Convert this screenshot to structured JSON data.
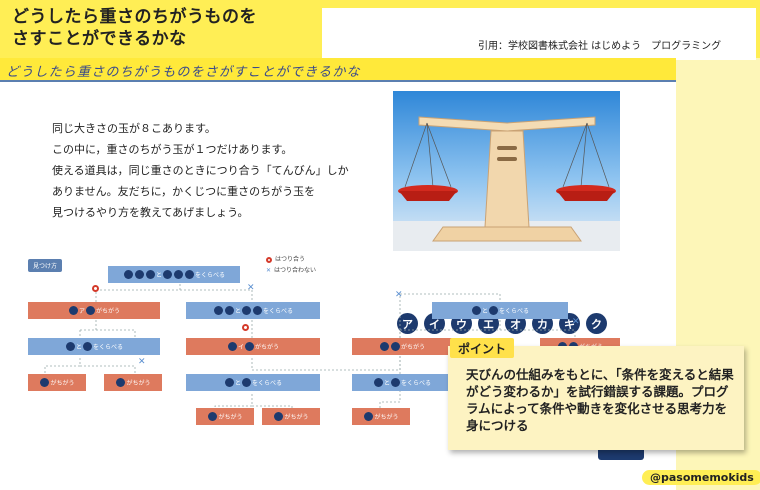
{
  "header": {
    "title_line1": "どうしたら重さのちがうものを",
    "title_line2": "さすことができるかな",
    "citation": "引用：学校図書株式会社 はじめよう　プログラミング"
  },
  "document": {
    "banner": "どうしたら重さのちがうものをさがすことができるかな",
    "paragraph": [
      "同じ大きさの玉が８こあります。",
      "この中に，重さのちがう玉が１つだけあります。",
      "使える道具は，同じ重さのときにつり合う「てんびん」しか",
      "ありません。友だちに，かくじつに重さのちがう玉を",
      "見つけるやり方を教えてあげましょう。"
    ],
    "katakana": [
      "ア",
      "イ",
      "ウ",
      "エ",
      "オ",
      "カ",
      "キ",
      "ク"
    ],
    "flow": {
      "tag": "見つけ方",
      "legend_balanced": "はつり合う",
      "legend_unbalanced": "はつり合わない",
      "compare_suffix": "をくらべる",
      "differs_suffix": "がちがう",
      "and": "と",
      "letters": {
        "a": "ア",
        "i": "イ",
        "u": "ウ",
        "e": "エ",
        "o": "オ",
        "ka": "カ",
        "ki": "キ",
        "ku": "ク"
      }
    }
  },
  "point": {
    "label": "ポイント",
    "text": "天びんの仕組みをもとに、「条件を変えると結果がどう変わるか」を試行錯誤する課題。プログラムによって条件や動きを変化させる思考力を身につける"
  },
  "footer": {
    "handle": "@pasomemokids"
  },
  "colors": {
    "yellow": "#ffee55",
    "navy": "#1d3a6e",
    "blue_box": "#7fa7d8",
    "orange_box": "#de7a5e"
  }
}
